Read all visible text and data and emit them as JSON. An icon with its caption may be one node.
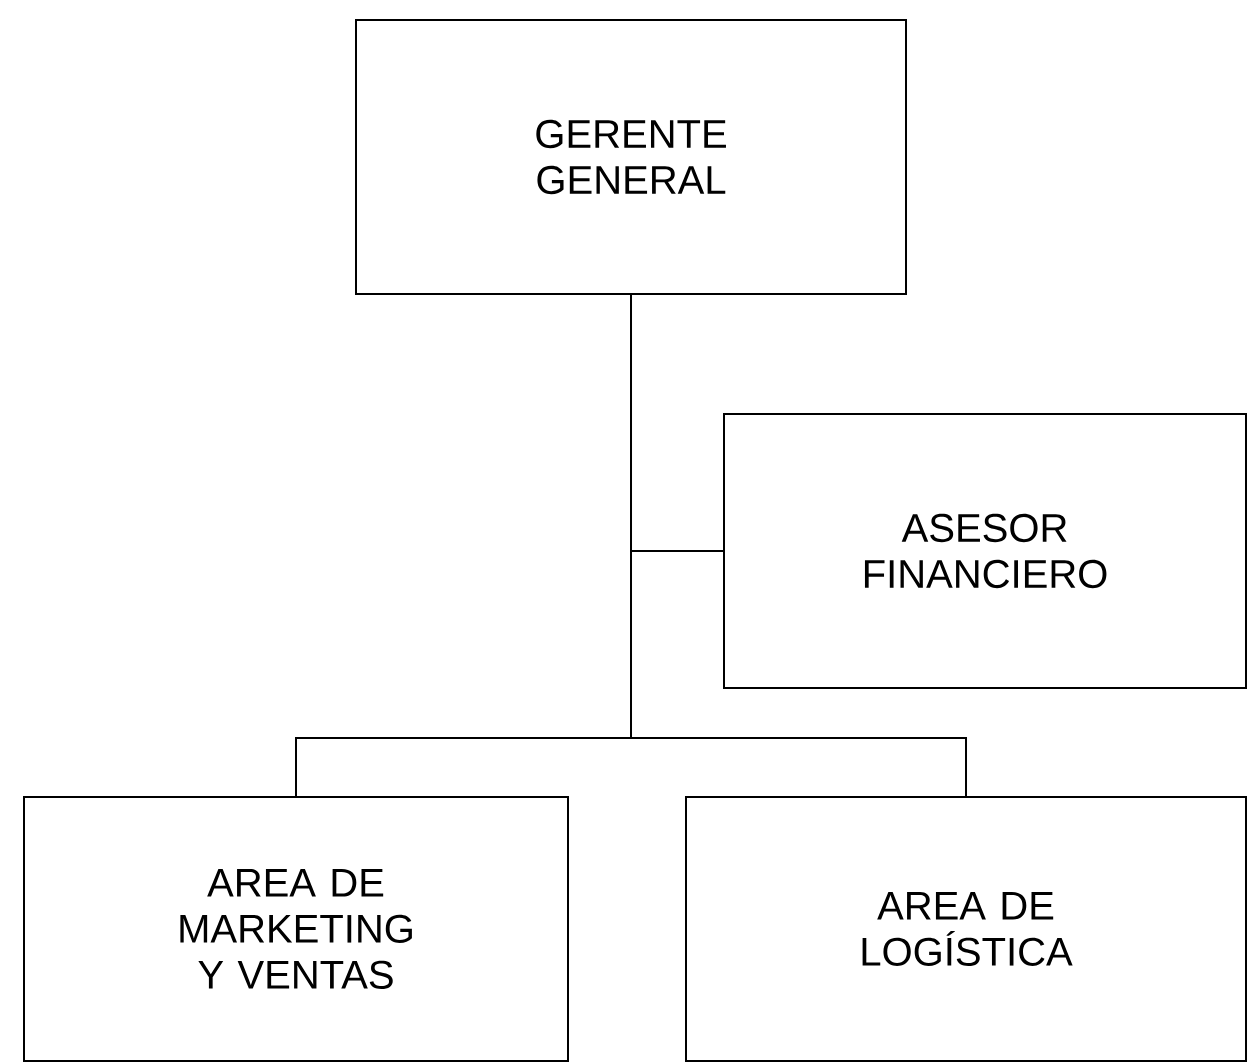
{
  "diagram": {
    "nodes": [
      {
        "text": [
          "GERENTE GENERAL"
        ]
      },
      {
        "text": [
          "ASESOR FINANCIERO"
        ]
      },
      {
        "text": [
          "AREA DE MARKETING Y VENTAS"
        ]
      },
      {
        "text": [
          "AREA DE LOGÍSTICA"
        ]
      }
    ],
    "edges": [
      {
        "from": 0,
        "to": 1,
        "arrow": "none"
      },
      {
        "from": 0,
        "to": 2,
        "arrow": "none"
      },
      {
        "from": 0,
        "to": 3,
        "arrow": "none"
      }
    ]
  }
}
